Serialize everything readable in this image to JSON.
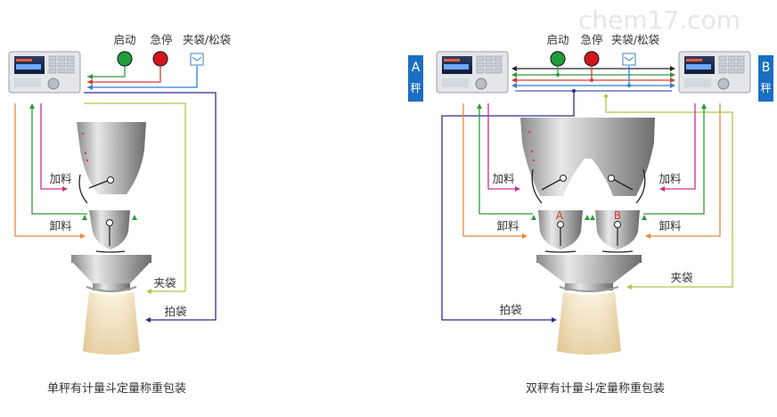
{
  "watermark": "chem17.com",
  "left": {
    "caption": "单秤有计量斗定量称重包装",
    "controls": {
      "start": "启动",
      "estop": "急停",
      "clamp": "夹袋/松袋"
    },
    "labels": {
      "feed": "加料",
      "unload": "卸料",
      "clamp_bag": "夹袋",
      "pat_bag": "拍袋"
    }
  },
  "right": {
    "caption": "双秤有计量斗定量称重包装",
    "controls": {
      "start": "启动",
      "estop": "急停",
      "clamp": "夹袋/松袋"
    },
    "badge_a": {
      "letter": "A",
      "sub": "秤"
    },
    "badge_b": {
      "letter": "B",
      "sub": "秤"
    },
    "hopper_a": "A",
    "hopper_b": "B",
    "labels": {
      "feed_left": "加料",
      "feed_right": "加料",
      "unload_left": "卸料",
      "unload_right": "卸料",
      "clamp_bag": "夹袋",
      "pat_bag": "拍袋"
    }
  },
  "colors": {
    "start": "#1e9e3a",
    "estop": "#d4141a",
    "accent_blue": "#1a6fc2",
    "line_black": "#222222",
    "line_red": "#d43b3b",
    "line_green": "#2e9b3a",
    "line_blue": "#2f7fd4",
    "line_magenta": "#d0308e",
    "line_orange": "#e88a3a",
    "line_olive": "#aac84a",
    "line_navy": "#2b2f8f"
  }
}
